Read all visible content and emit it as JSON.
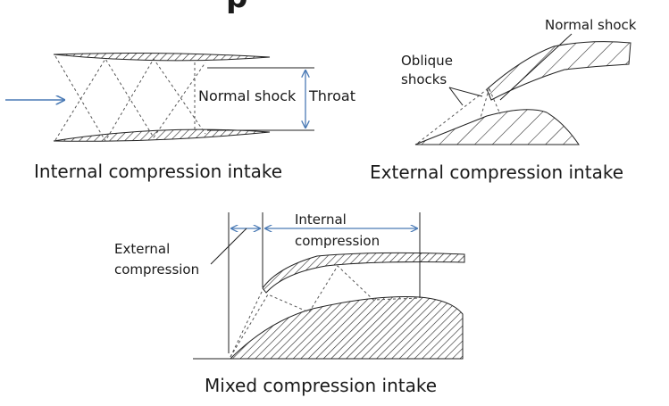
{
  "header": {
    "title_fragment": "p"
  },
  "internal_intake": {
    "caption": "Internal compression intake",
    "normal_shock_label": "Normal shock",
    "throat_label": "Throat"
  },
  "external_intake": {
    "caption": "External compression intake",
    "normal_shock_label": "Normal shock",
    "oblique_label_line1": "Oblique",
    "oblique_label_line2": "shocks"
  },
  "mixed_intake": {
    "caption": "Mixed compression intake",
    "external_label_line1": "External",
    "external_label_line2": "compression",
    "internal_label_line1": "Internal",
    "internal_label_line2": "compression"
  },
  "colors": {
    "flow_arrow": "#4a7ab5",
    "throat_arrow": "#4a7ab5",
    "ink": "#222222"
  }
}
